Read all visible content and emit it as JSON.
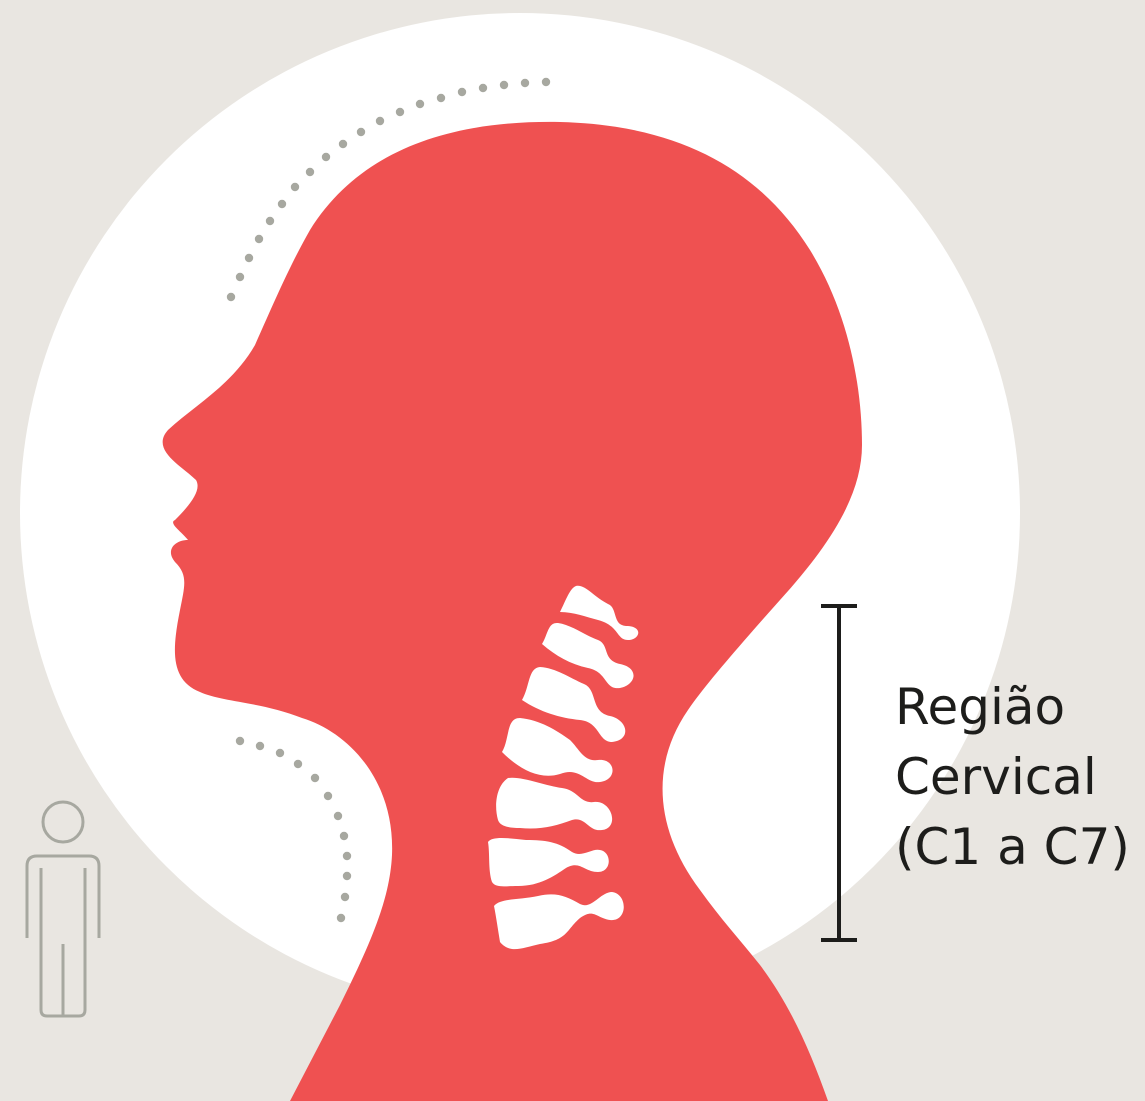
{
  "diagram": {
    "label_lines": [
      "Região",
      "Cervical",
      "(C1 a C7)"
    ],
    "vertebra_count": 7
  },
  "colors": {
    "background": "#e9e6e1",
    "halo": "#ffffff",
    "head": "#ef5151",
    "bone": "#ffffff",
    "dots": "#a7a8a0",
    "bracket": "#1d1d1b",
    "person_icon": "#a7a8a0"
  },
  "icons": {
    "person": "person-outline-icon"
  }
}
